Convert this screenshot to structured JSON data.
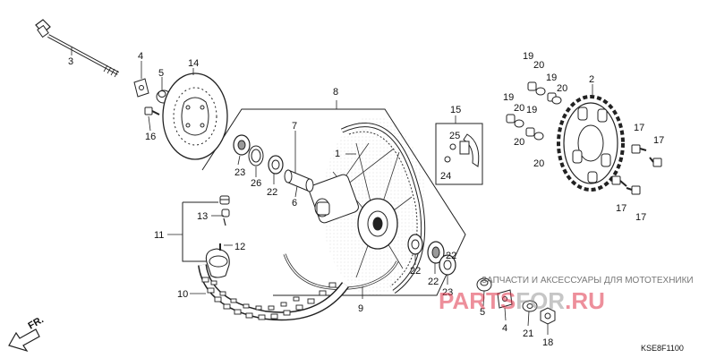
{
  "diagram": {
    "code": "KSE8F1100",
    "front_marker": "FR.",
    "watermark": {
      "tagline": "ЗАПЧАСТИ И АКСЕССУАРЫ ДЛЯ МОТОТЕХНИКИ",
      "brand_left": "PARTS",
      "brand_mid": "FOR",
      "brand_right": ".RU",
      "color": "#e0344a"
    },
    "part_numbers": [
      "1",
      "2",
      "3",
      "4",
      "4",
      "5",
      "5",
      "6",
      "7",
      "8",
      "9",
      "10",
      "11",
      "12",
      "13",
      "14",
      "15",
      "16",
      "17",
      "17",
      "17",
      "17",
      "18",
      "19",
      "19",
      "19",
      "19",
      "20",
      "20",
      "20",
      "20",
      "20",
      "21",
      "22",
      "22",
      "22",
      "22",
      "23",
      "23",
      "24",
      "25",
      "26"
    ]
  }
}
